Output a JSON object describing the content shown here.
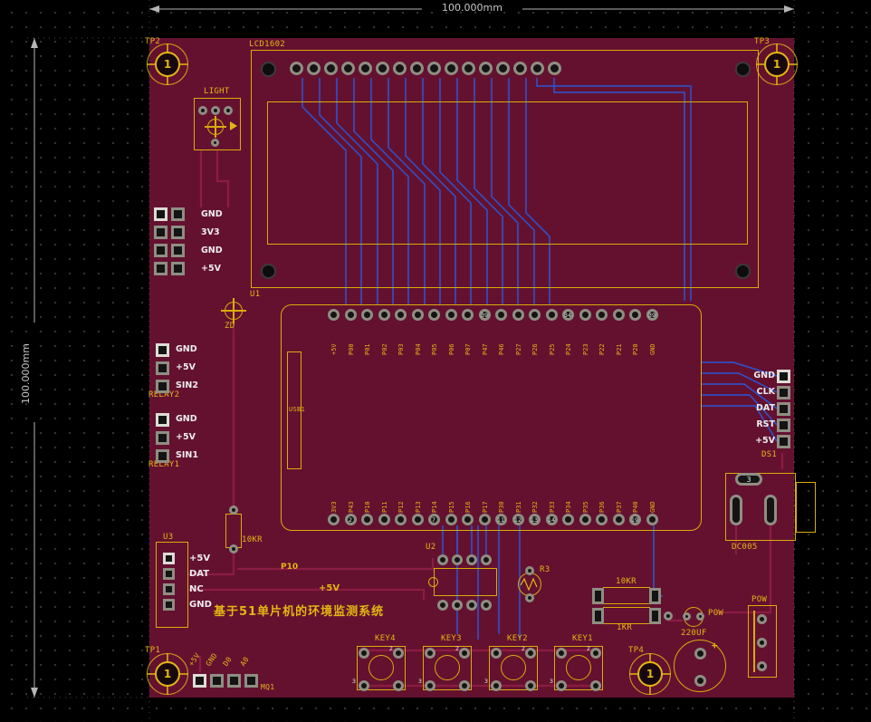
{
  "dimensions": {
    "horizontal": "100.000mm",
    "vertical": "100.000mm"
  },
  "board": {
    "title_cn": "基于51单片机的环境监测系统"
  },
  "testpoints": {
    "tp1": {
      "ref": "TP1",
      "pad": "1"
    },
    "tp2": {
      "ref": "TP2",
      "pad": "1"
    },
    "tp3": {
      "ref": "TP3",
      "pad": "1"
    },
    "tp4": {
      "ref": "TP4",
      "pad": "1"
    }
  },
  "lcd": {
    "ref": "LCD1602"
  },
  "light": {
    "ref": "LIGHT"
  },
  "left_header": {
    "labels": [
      "GND",
      "3V3",
      "GND",
      "+5V"
    ]
  },
  "relay2": {
    "ref": "RELAY2",
    "pins": [
      "GND",
      "+5V",
      "SIN2"
    ]
  },
  "relay1": {
    "ref": "RELAY1",
    "pins": [
      "GND",
      "+5V",
      "SIN1"
    ]
  },
  "zd": {
    "ref": "ZD"
  },
  "u1": {
    "ref": "U1",
    "usb_ref": "USB1",
    "top_pins": [
      "+5V",
      "P00",
      "P01",
      "P02",
      "P03",
      "P04",
      "P05",
      "P06",
      "P07",
      "P47",
      "P46",
      "P27",
      "P26",
      "P25",
      "P24",
      "P23",
      "P22",
      "P21",
      "P20",
      "GND"
    ],
    "bottom_pins": [
      "3V3",
      "P43",
      "P10",
      "P11",
      "P12",
      "P13",
      "P14",
      "P15",
      "P16",
      "P17",
      "P30",
      "P31",
      "P32",
      "P33",
      "P34",
      "P35",
      "P36",
      "P37",
      "P40",
      "GND"
    ],
    "top_pad_numbers": [
      {
        "i": 9,
        "n": "39"
      },
      {
        "i": 14,
        "n": "34"
      },
      {
        "i": 19,
        "n": "39"
      }
    ],
    "bottom_pad_numbers": [
      {
        "i": 1,
        "n": "2"
      },
      {
        "i": 6,
        "n": "7"
      },
      {
        "i": 10,
        "n": "11"
      },
      {
        "i": 11,
        "n": "12"
      },
      {
        "i": 12,
        "n": "13"
      },
      {
        "i": 13,
        "n": "14"
      },
      {
        "i": 18,
        "n": "19"
      }
    ]
  },
  "ds1": {
    "ref": "DS1",
    "pins": [
      "GND",
      "CLK",
      "DAT",
      "RST",
      "+5V"
    ]
  },
  "dc005": {
    "ref": "DC005",
    "pad_number": "3"
  },
  "r_left": {
    "value": "10KR"
  },
  "u3": {
    "ref": "U3",
    "pins": [
      "+5V",
      "DAT",
      "NC",
      "GND"
    ]
  },
  "net_labels": {
    "p10": "P10",
    "plus5v": "+5V"
  },
  "u2": {
    "ref": "U2"
  },
  "r3": {
    "ref": "R3"
  },
  "r_divider": {
    "top": "10KR",
    "bottom": "1KR"
  },
  "pow_led": {
    "ref": "POW"
  },
  "pow_reg": {
    "ref": "POW"
  },
  "cap": {
    "value": "220UF",
    "plus": "+"
  },
  "keys": [
    {
      "ref": "KEY4",
      "n_top": "2",
      "n_bottom": "3"
    },
    {
      "ref": "KEY3",
      "n_top": "2",
      "n_bottom": "3"
    },
    {
      "ref": "KEY2",
      "n_top": "2",
      "n_bottom": "3"
    },
    {
      "ref": "KEY1",
      "n_top": "2",
      "n_bottom": "3"
    }
  ],
  "mq1": {
    "ref": "MQ1",
    "pins": [
      "+5V",
      "GND",
      "D0",
      "A0"
    ]
  }
}
